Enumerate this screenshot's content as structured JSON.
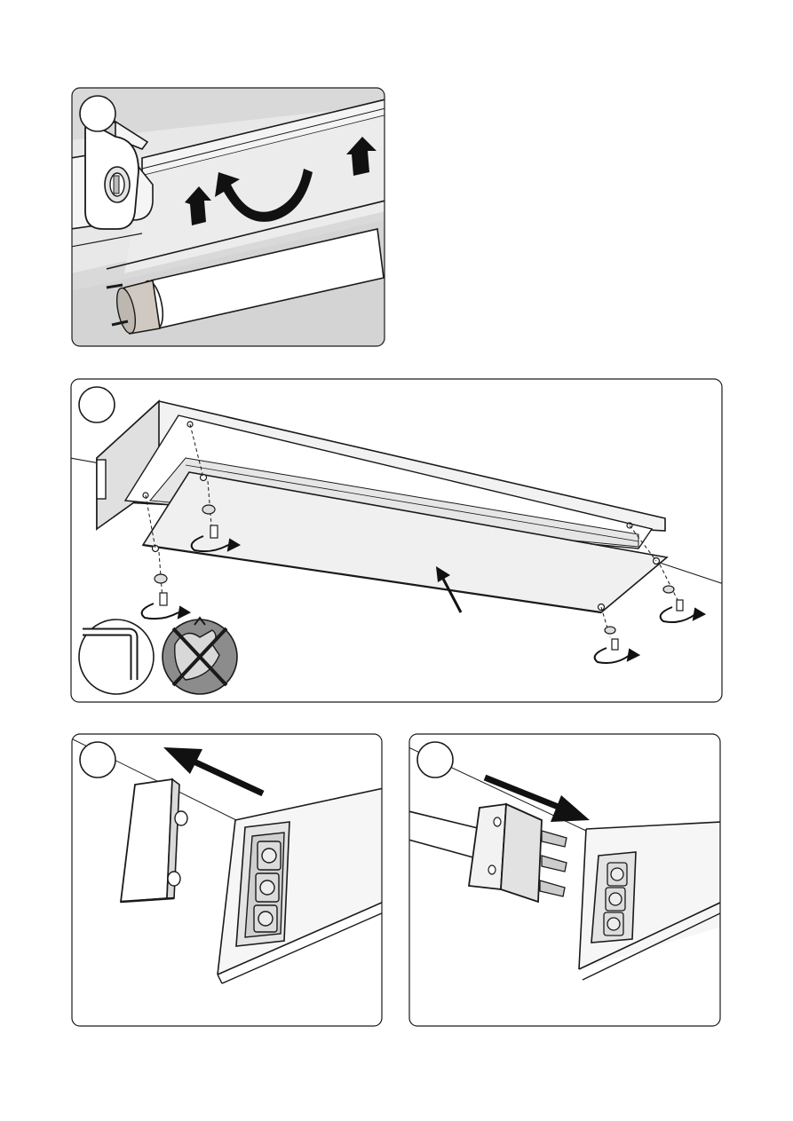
{
  "document": {
    "type": "assembly-instructions",
    "panels": [
      {
        "id": "step-remove-tube",
        "step_number": "",
        "depicts": [
          "lamp-holder",
          "fluorescent-tube",
          "arrow-up-icon",
          "rotate-arrow-icon"
        ]
      },
      {
        "id": "step-mount-cover",
        "step_number": "",
        "depicts": [
          "ceiling-housing",
          "cover-plate",
          "screw",
          "washer",
          "rotate-clockwise-icon",
          "allen-key-icon",
          "no-hand-tightening-icon"
        ]
      },
      {
        "id": "step-remove-cap",
        "step_number": "",
        "depicts": [
          "end-cap",
          "connector-socket",
          "pull-arrow-icon"
        ]
      },
      {
        "id": "step-insert-plug",
        "step_number": "",
        "depicts": [
          "cable-plug",
          "connector-socket",
          "push-arrow-icon"
        ]
      }
    ]
  },
  "colors": {
    "line": "#1a1a1a",
    "panel_fill": "#ffffff",
    "shade_light": "#ebebeb",
    "shade_mid": "#d2d2d2",
    "shade_dark": "#8c8c8c",
    "tube_end": "#cfc9c2"
  }
}
